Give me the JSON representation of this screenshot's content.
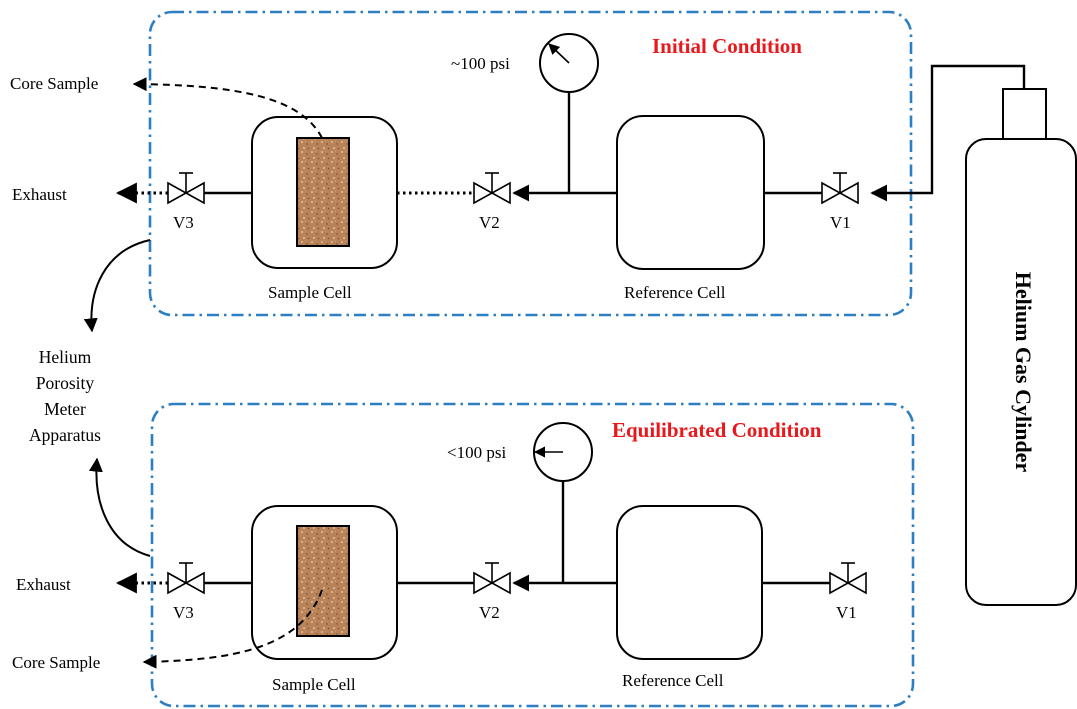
{
  "colors": {
    "box_border": "#2e7fc1",
    "title_red": "#e8191c",
    "sample_fill": "#b9835a",
    "sample_speckle": "#d9b28a"
  },
  "top": {
    "title": "Initial Condition",
    "gauge_reading": "~100 psi",
    "sample_cell_label": "Sample Cell",
    "reference_cell_label": "Reference Cell",
    "valve_v1": "V1",
    "valve_v2": "V2",
    "valve_v3": "V3",
    "exhaust_label": "Exhaust",
    "core_sample_label": "Core Sample"
  },
  "bottom": {
    "title": "Equilibrated Condition",
    "gauge_reading": "<100 psi",
    "sample_cell_label": "Sample Cell",
    "reference_cell_label": "Reference Cell",
    "valve_v1": "V1",
    "valve_v2": "V2",
    "valve_v3": "V3",
    "exhaust_label": "Exhaust",
    "core_sample_label": "Core Sample"
  },
  "apparatus_label": [
    "Helium",
    "Porosity",
    "Meter",
    "Apparatus"
  ],
  "cylinder_label": "Helium Gas Cylinder"
}
